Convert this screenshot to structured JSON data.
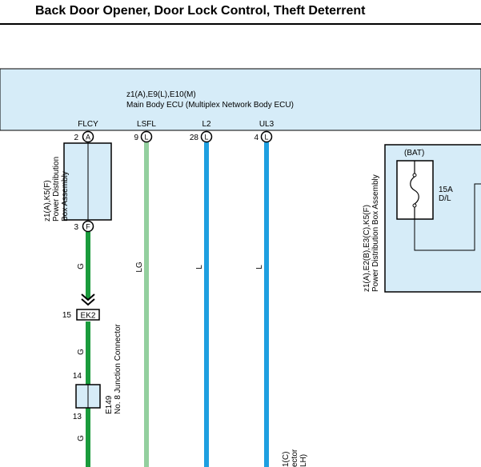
{
  "page": {
    "title": "Back Door Opener, Door Lock Control, Theft Deterrent"
  },
  "ecu": {
    "connectors": "z1(A),E9(L),E10(M)",
    "name": "Main Body ECU (Multiplex Network Body ECU)",
    "fill": "#d6ecf8"
  },
  "terminals": [
    {
      "label": "FLCY",
      "pin": "2",
      "connector": "A"
    },
    {
      "label": "LSFL",
      "pin": "9",
      "connector": "L"
    },
    {
      "label": "L2",
      "pin": "28",
      "connector": "L"
    },
    {
      "label": "UL3",
      "pin": "4",
      "connector": "L"
    }
  ],
  "pdb_left": {
    "line1": "z1(A),K5(F)",
    "line2": "Power Distribution",
    "line3": "Box Assembly",
    "out_pin": "3",
    "out_connector": "F"
  },
  "wires": {
    "g_label": "G",
    "lg_label": "LG",
    "l_label": "L",
    "colors": {
      "G": "#1a9b3c",
      "LG": "#93cf9e",
      "L": "#1e9fe0"
    }
  },
  "junction": {
    "connector": "EK2",
    "pin_top": "15",
    "pin_in": "14",
    "pin_out": "13",
    "id": "E149",
    "name": "No. 8 Junction Connector"
  },
  "pdb_right": {
    "line1": "z1(A),E2(B),E3(C),K5(F)",
    "line2": "Power Distribution Box Assembly",
    "bat": "(BAT)",
    "fuse_rating": "15A",
    "fuse_name": "D/L"
  },
  "bottom_right": {
    "line1": "1(C)",
    "line2": "ector",
    "line3": "LH)"
  }
}
